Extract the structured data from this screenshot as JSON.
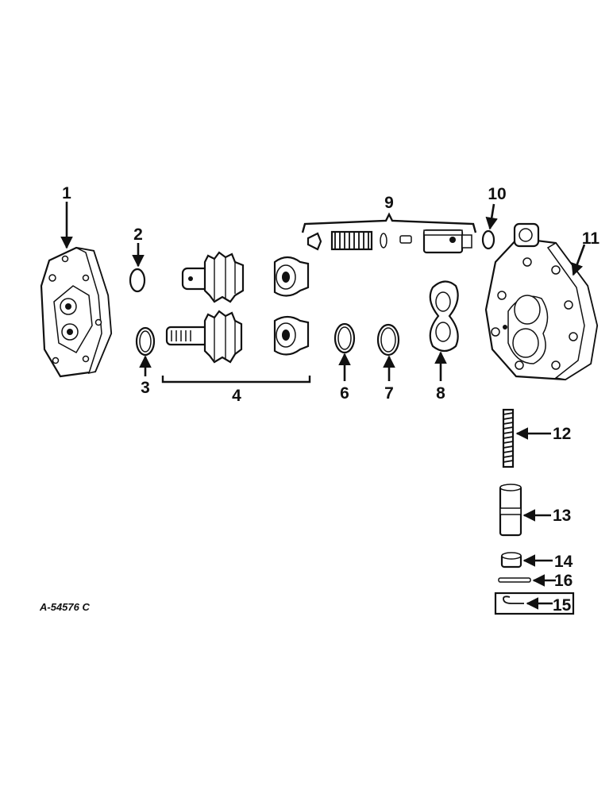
{
  "diagram": {
    "reference_code": "A-54576 C",
    "callouts": [
      "1",
      "2",
      "3",
      "4",
      "6",
      "7",
      "8",
      "9",
      "10",
      "11",
      "12",
      "13",
      "14",
      "16",
      "15"
    ]
  }
}
